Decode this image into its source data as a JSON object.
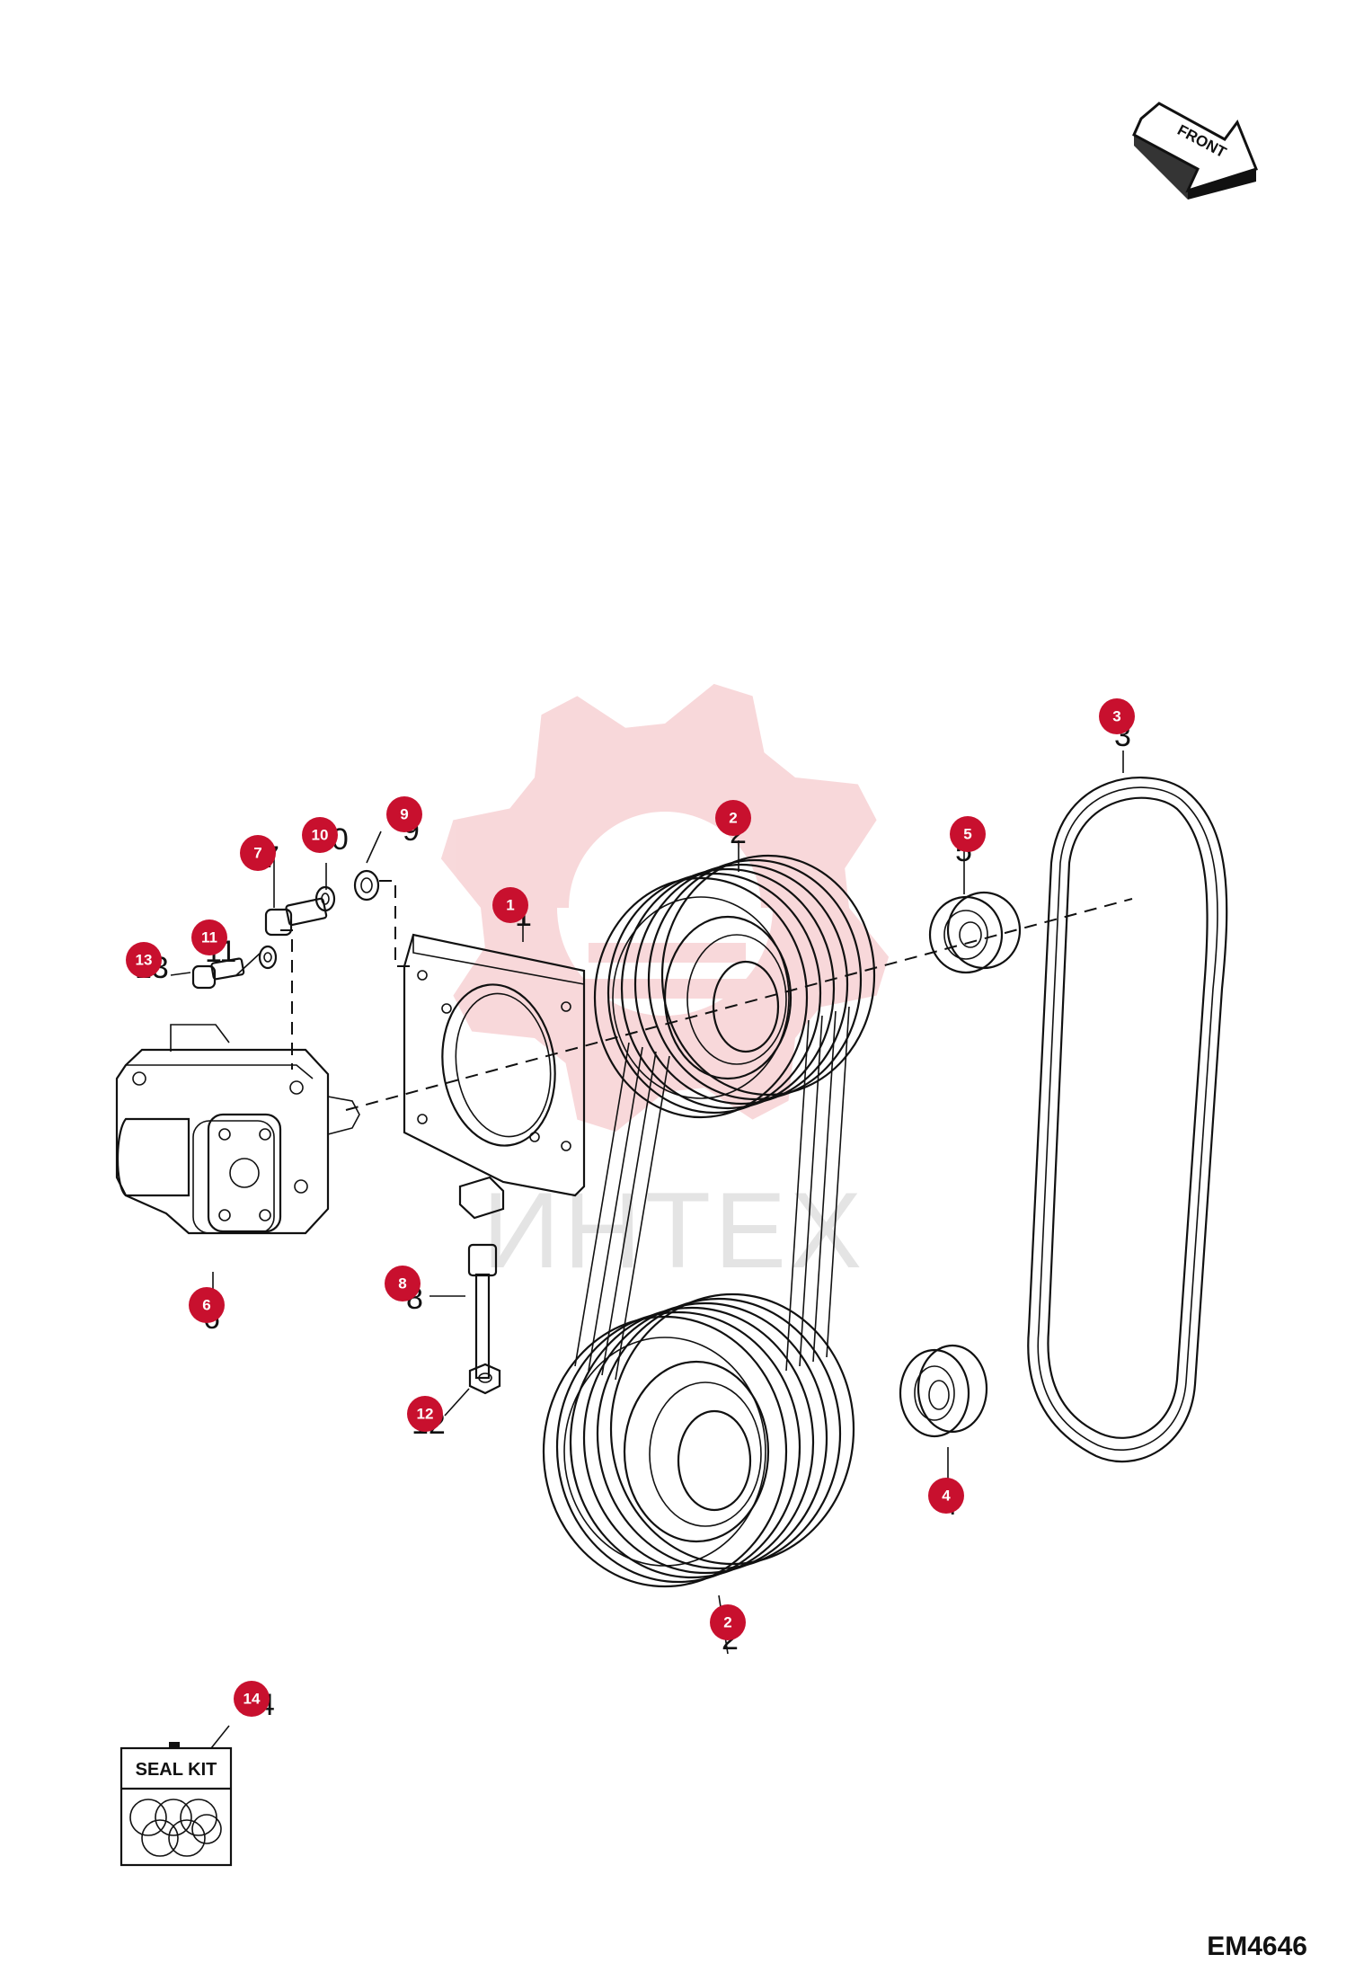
{
  "diagram": {
    "drawing_code": "EM4646",
    "front_label": "FRONT",
    "watermark_text": "ИНТЕХ",
    "seal_kit_label": "SEAL KIT",
    "accent_color": "#c8102e",
    "watermark_color": "#f3b9bd"
  },
  "callouts": [
    {
      "id": "1",
      "part": "1"
    },
    {
      "id": "2",
      "part": "2"
    },
    {
      "id": "2b",
      "part": "2"
    },
    {
      "id": "3",
      "part": "3"
    },
    {
      "id": "4",
      "part": "4"
    },
    {
      "id": "5",
      "part": "5"
    },
    {
      "id": "6",
      "part": "6"
    },
    {
      "id": "7",
      "part": "7"
    },
    {
      "id": "8",
      "part": "8"
    },
    {
      "id": "9",
      "part": "9"
    },
    {
      "id": "10",
      "part": "10"
    },
    {
      "id": "11",
      "part": "11"
    },
    {
      "id": "12",
      "part": "12"
    },
    {
      "id": "13",
      "part": "13"
    },
    {
      "id": "14",
      "part": "14"
    }
  ]
}
